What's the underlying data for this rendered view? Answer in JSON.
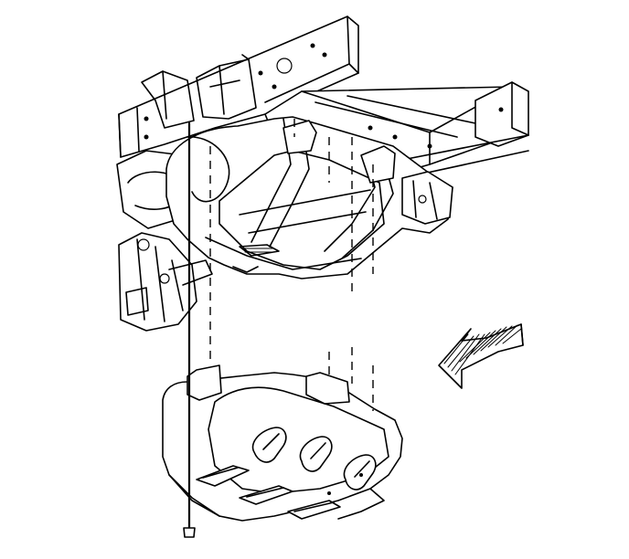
{
  "figure": {
    "type": "exploded-assembly-line-drawing",
    "background": "#ffffff",
    "line_color": "#000000",
    "icons": {
      "frame": "vehicle-frame-rails",
      "tank": "fuel-tank",
      "shield": "fuel-tank-shield",
      "fastener": "bolt",
      "direction": "front-arrow"
    },
    "text_labels": []
  }
}
